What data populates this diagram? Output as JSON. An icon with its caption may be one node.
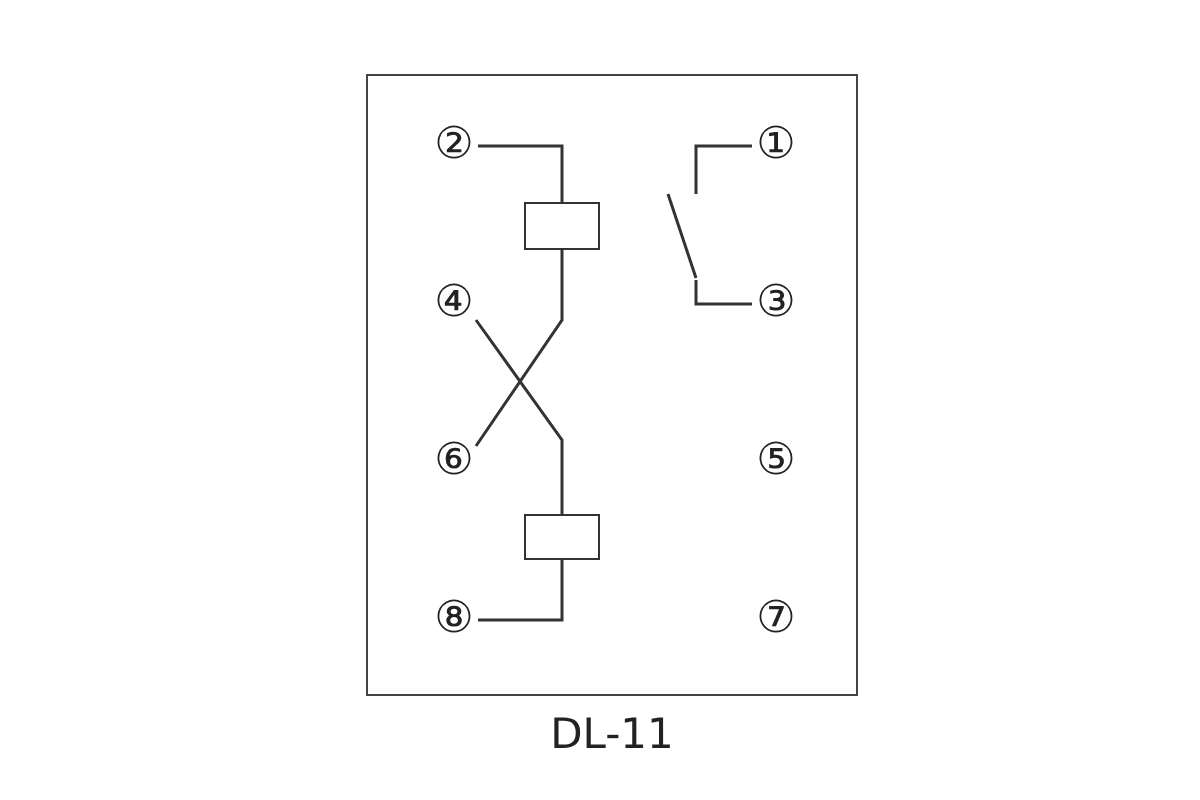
{
  "diagram": {
    "nodes": [
      {
        "text": [
          "DL-11"
        ]
      },
      {
        "text": [
          "②"
        ],
        "in": 0
      },
      {
        "text": [
          "①"
        ],
        "in": 0
      },
      {
        "text": [],
        "shape": "box",
        "in": 0
      },
      {
        "text": [
          "④"
        ],
        "in": 0
      },
      {
        "text": [
          "③"
        ],
        "in": 0
      },
      {
        "text": [
          "⑥"
        ],
        "in": 0
      },
      {
        "text": [
          "⑤"
        ],
        "in": 0
      },
      {
        "text": [],
        "shape": "box",
        "in": 0
      },
      {
        "text": [
          "⑧"
        ],
        "in": 0
      },
      {
        "text": [
          "⑦"
        ],
        "in": 0
      },
      {
        "text": [],
        "shape": "switch",
        "in": 0
      }
    ],
    "edges": [
      {
        "from": 1,
        "to": 3,
        "arrow": "none"
      },
      {
        "from": 3,
        "to": 6,
        "arrow": "none"
      },
      {
        "from": 4,
        "to": 8,
        "arrow": "none"
      },
      {
        "from": 8,
        "to": 9,
        "arrow": "none"
      },
      {
        "from": 2,
        "to": 11,
        "arrow": "none"
      },
      {
        "from": 11,
        "to": 5,
        "arrow": "none"
      }
    ]
  }
}
